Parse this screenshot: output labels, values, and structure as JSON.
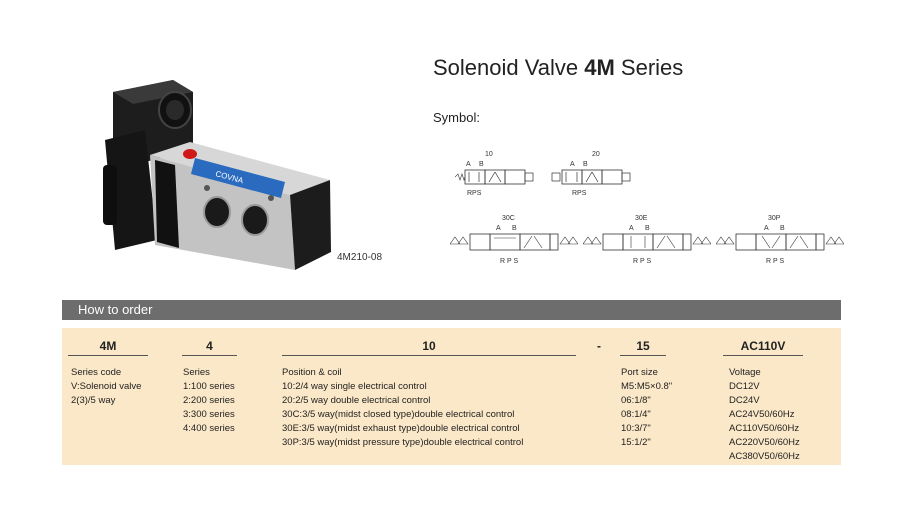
{
  "title": {
    "prefix": "Solenoid Valve ",
    "bold": "4M",
    "suffix": " Series"
  },
  "symbol_label": "Symbol:",
  "product": {
    "model": "4M210-08",
    "brand": "COVNA"
  },
  "symbols": [
    {
      "code": "10",
      "ports": "RPS",
      "a": "A",
      "b": "B"
    },
    {
      "code": "20",
      "ports": "RPS",
      "a": "A",
      "b": "B"
    },
    {
      "code": "30C",
      "ports": "R P S",
      "a": "A",
      "b": "B"
    },
    {
      "code": "30E",
      "ports": "R P S",
      "a": "A",
      "b": "B"
    },
    {
      "code": "30P",
      "ports": "R P S",
      "a": "A",
      "b": "B"
    }
  ],
  "how_to_order": "How to order",
  "order": {
    "series_code": {
      "code": "4M",
      "lines": [
        "Series code",
        "V:Solenoid valve",
        "2(3)/5 way"
      ]
    },
    "series": {
      "code": "4",
      "lines": [
        "Series",
        "1:100 series",
        "2:200 series",
        "3:300 series",
        "4:400 series"
      ]
    },
    "position": {
      "code": "10",
      "lines": [
        "Position & coil",
        "10:2/4 way single electrical control",
        "20:2/5 way double electrical control",
        "30C:3/5 way(midst closed type)double electrical control",
        "30E:3/5 way(midst exhaust type)double electrical control",
        "30P:3/5 way(midst pressure type)double electrical control"
      ]
    },
    "dash": "-",
    "port": {
      "code": "15",
      "lines": [
        "Port size",
        "M5:M5×0.8\"",
        "06:1/8\"",
        "08:1/4\"",
        "10:3/7\"",
        "15:1/2\""
      ]
    },
    "voltage": {
      "code": "AC110V",
      "lines": [
        "Voltage",
        "DC12V",
        "DC24V",
        "AC24V50/60Hz",
        "AC110V50/60Hz",
        "AC220V50/60Hz",
        "AC380V50/60Hz"
      ]
    }
  }
}
